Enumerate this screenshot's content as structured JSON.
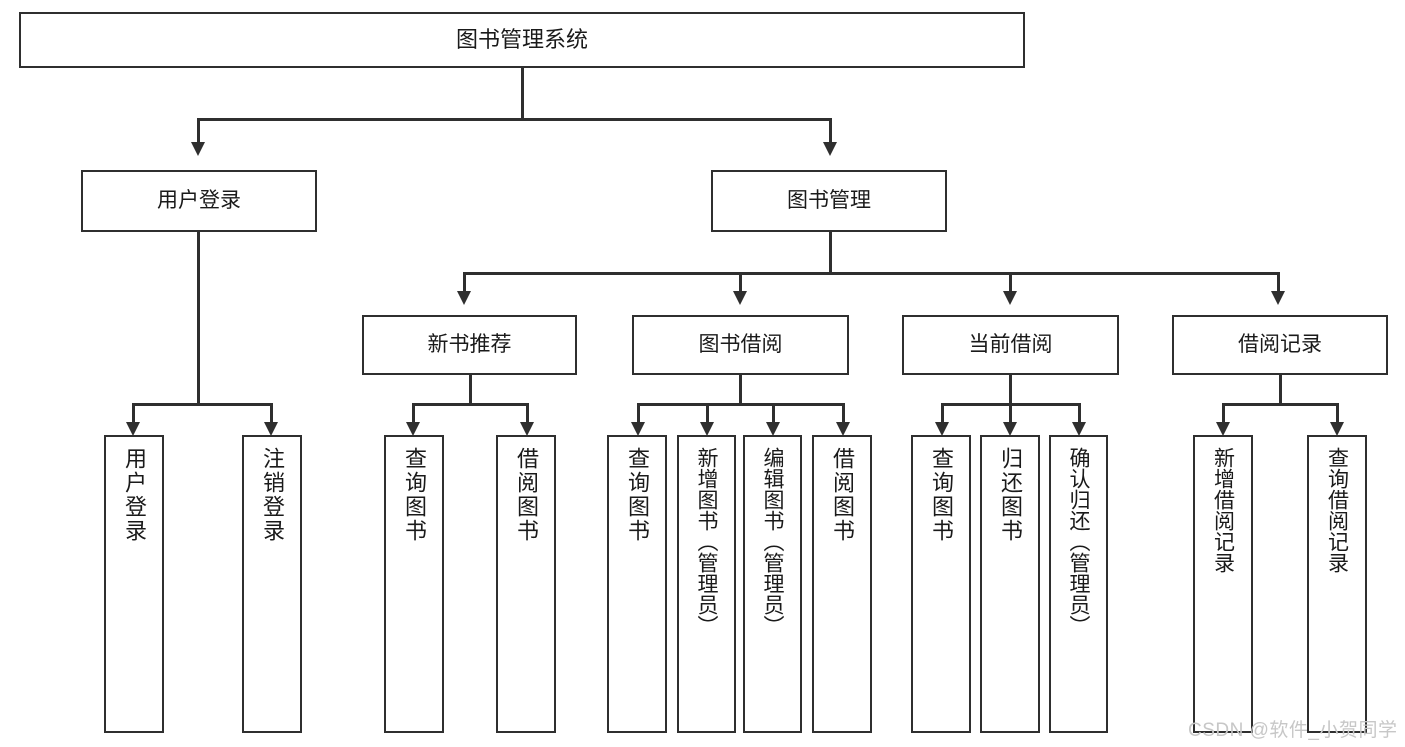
{
  "diagram": {
    "title": "图书管理系统",
    "type": "hierarchy-tree",
    "root": {
      "label": "图书管理系统"
    },
    "level2": [
      {
        "label": "用户登录"
      },
      {
        "label": "图书管理"
      }
    ],
    "level3": [
      {
        "label": "新书推荐"
      },
      {
        "label": "图书借阅"
      },
      {
        "label": "当前借阅"
      },
      {
        "label": "借阅记录"
      }
    ],
    "leaves": {
      "user_login": [
        {
          "label": "用户登录"
        },
        {
          "label": "注销登录"
        }
      ],
      "new_book_recommend": [
        {
          "label": "查询图书"
        },
        {
          "label": "借阅图书"
        }
      ],
      "book_borrow": [
        {
          "label": "查询图书"
        },
        {
          "label": "新增图书（管理员）"
        },
        {
          "label": "编辑图书（管理员）"
        },
        {
          "label": "借阅图书"
        }
      ],
      "current_borrow": [
        {
          "label": "查询图书"
        },
        {
          "label": "归还图书"
        },
        {
          "label": "确认归还（管理员）"
        }
      ],
      "borrow_record": [
        {
          "label": "新增借阅记录"
        },
        {
          "label": "查询借阅记录"
        }
      ]
    }
  },
  "watermark": {
    "text": "CSDN @软件_小贺同学"
  },
  "colors": {
    "stroke": "#2f2f2f",
    "fill": "#ffffff",
    "text": "#1a1a1a",
    "watermark": "#c7c7c7"
  }
}
